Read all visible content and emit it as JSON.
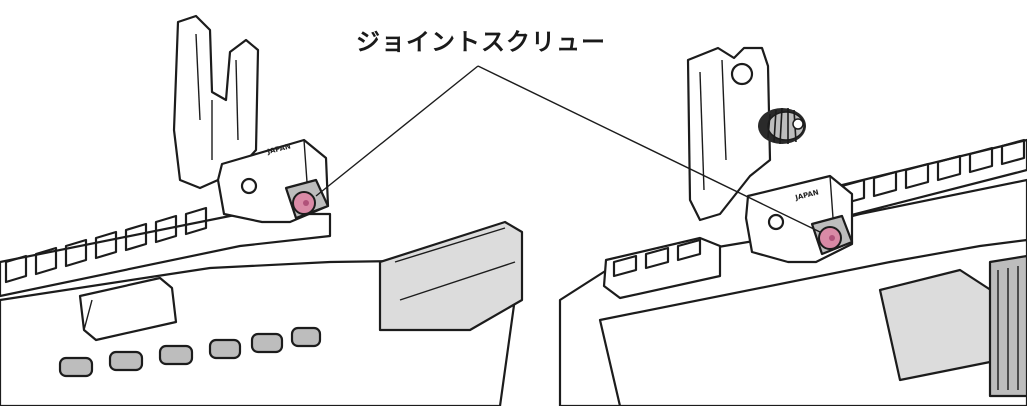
{
  "callout": {
    "label": "ジョイントスクリュー"
  },
  "left_illustration": {
    "sight_marking": "JAPAN"
  },
  "right_illustration": {
    "sight_marking": "JAPAN"
  },
  "colors": {
    "screw_highlight": "#d98aa6",
    "screw_center": "#b0527a",
    "line_art": "#1c1c1c",
    "shade": "#bdbdbd"
  }
}
